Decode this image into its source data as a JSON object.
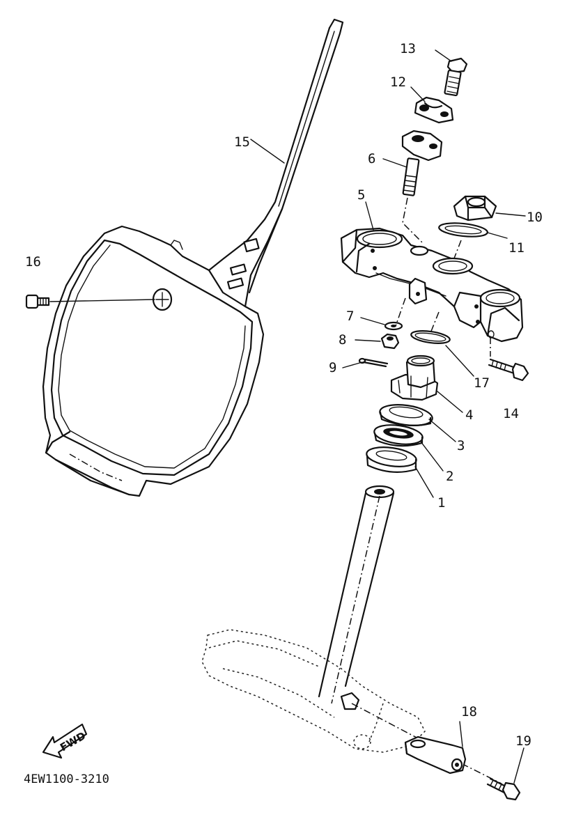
{
  "diagram_code": "4EW1100-3210",
  "fwd_label": "FWD",
  "callouts": [
    {
      "id": "c1",
      "text": "1"
    },
    {
      "id": "c2",
      "text": "2"
    },
    {
      "id": "c3",
      "text": "3"
    },
    {
      "id": "c4",
      "text": "4"
    },
    {
      "id": "c5",
      "text": "5"
    },
    {
      "id": "c6",
      "text": "6"
    },
    {
      "id": "c7",
      "text": "7"
    },
    {
      "id": "c8",
      "text": "8"
    },
    {
      "id": "c9",
      "text": "9"
    },
    {
      "id": "c10",
      "text": "10"
    },
    {
      "id": "c11",
      "text": "11"
    },
    {
      "id": "c12",
      "text": "12"
    },
    {
      "id": "c13",
      "text": "13"
    },
    {
      "id": "c14",
      "text": "14"
    },
    {
      "id": "c15",
      "text": "15"
    },
    {
      "id": "c16",
      "text": "16"
    },
    {
      "id": "c17",
      "text": "17"
    },
    {
      "id": "c18",
      "text": "18"
    },
    {
      "id": "c19",
      "text": "19"
    }
  ]
}
